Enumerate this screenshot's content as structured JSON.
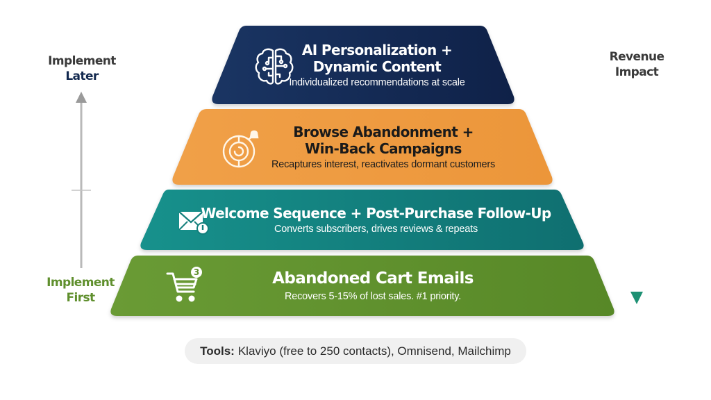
{
  "diagram": {
    "type": "pyramid",
    "tiers": [
      {
        "level": 4,
        "title_line1": "AI Personalization +",
        "title_line2": "Dynamic Content",
        "subtitle": "Individualized recommendations at scale",
        "icon": "brain-circuit-icon",
        "color": "#13294f"
      },
      {
        "level": 3,
        "title_line1": "Browse Abandonment +",
        "title_line2": "Win-Back Campaigns",
        "subtitle": "Recaptures interest, reactivates dormant customers",
        "icon": "target-bell-icon",
        "color": "#ef9a3e"
      },
      {
        "level": 2,
        "title_line1": "Welcome Sequence + Post-Purchase Follow-Up",
        "subtitle": "Converts subscribers, drives reviews & repeats",
        "icon": "envelope-alert-icon",
        "color": "#137f7c"
      },
      {
        "level": 1,
        "title_line1": "Abandoned Cart Emails",
        "subtitle": "Recovers 5-15% of lost sales. #1 priority.",
        "icon": "shopping-cart-icon",
        "icon_badge": "3",
        "color": "#5f8f2d"
      }
    ],
    "left_axis": {
      "top_label_line1": "Implement",
      "top_label_line2": "Later",
      "bottom_label_line1": "Implement",
      "bottom_label_line2": "First",
      "direction": "up",
      "arrow_color": "#a8a8a8"
    },
    "right_axis": {
      "label_line1": "Revenue",
      "label_line2": "Impact",
      "direction": "down",
      "arrow_color": "#1e9174"
    },
    "footer": {
      "tools_label": "Tools:",
      "tools_text": "Klaviyo (free to 250 contacts), Omnisend, Mailchimp"
    }
  }
}
